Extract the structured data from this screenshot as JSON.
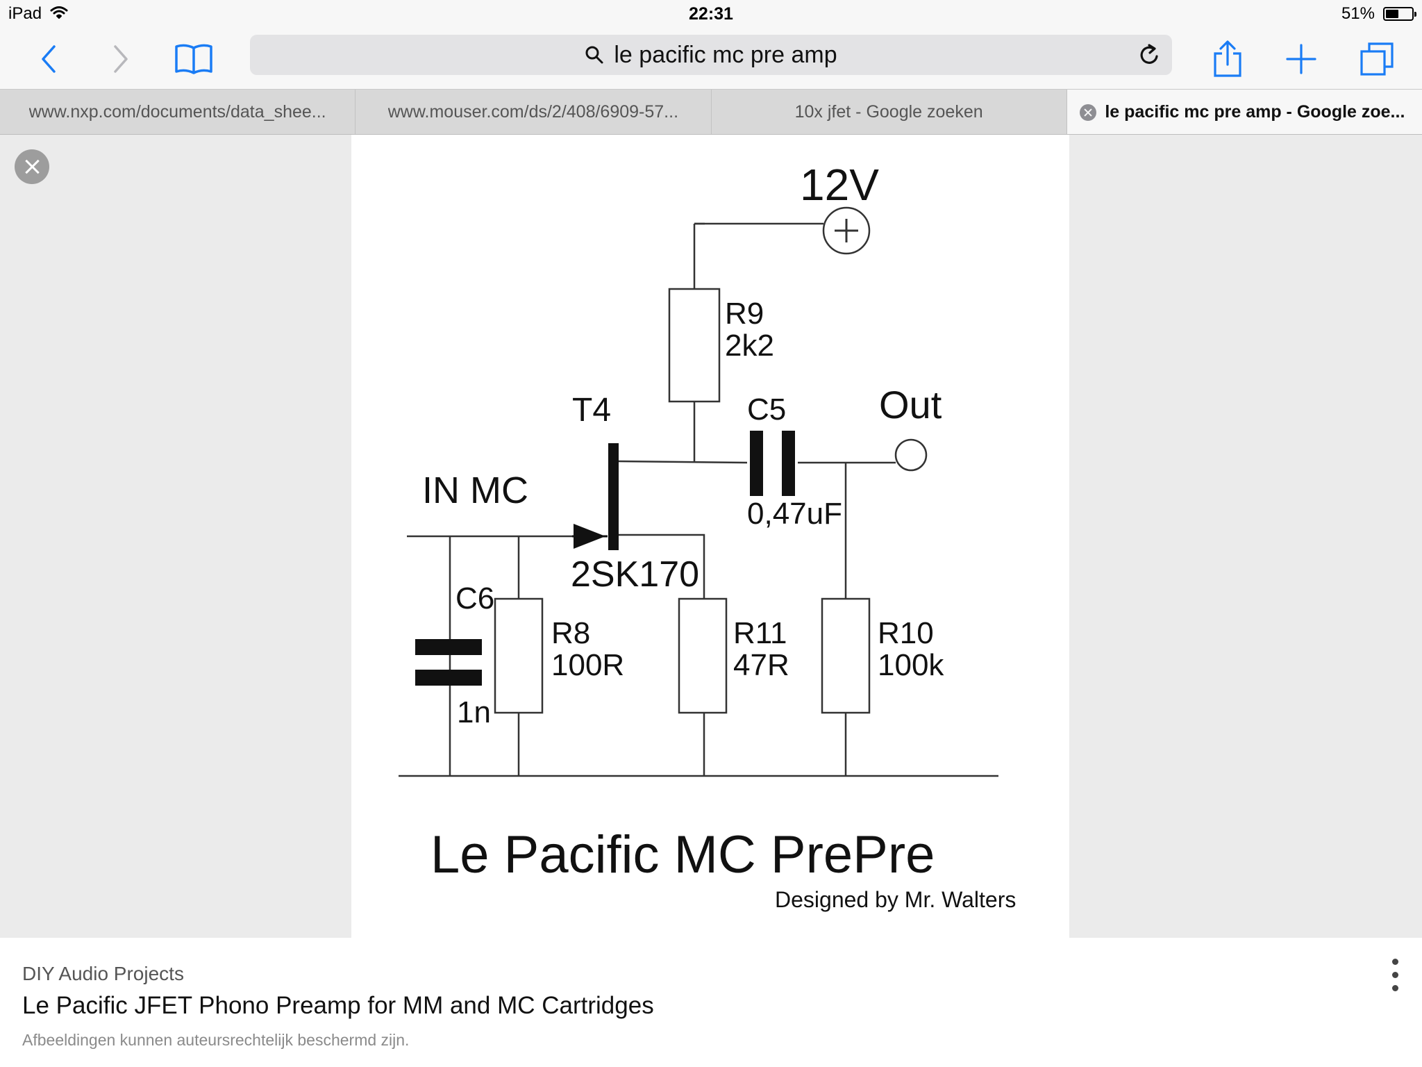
{
  "status_bar": {
    "device": "iPad",
    "time": "22:31",
    "battery": "51%",
    "battery_level": 0.51
  },
  "toolbar": {
    "search_text": "le pacific mc pre amp"
  },
  "tabs": [
    {
      "label": "www.nxp.com/documents/data_shee..."
    },
    {
      "label": "www.mouser.com/ds/2/408/6909-57..."
    },
    {
      "label": "10x jfet - Google zoeken"
    },
    {
      "label": "le pacific mc pre amp - Google zoe..."
    }
  ],
  "schematic": {
    "supply": "12V",
    "plus_symbol": "+",
    "r9_name": "R9",
    "r9_value": "2k2",
    "t4_name": "T4",
    "c5_name": "C5",
    "c5_value": "0,47uF",
    "out_label": "Out",
    "in_label": "IN MC",
    "transistor": "2SK170",
    "c6_name": "C6",
    "c6_value": "1n",
    "r8_name": "R8",
    "r8_value": "100R",
    "r11_name": "R11",
    "r11_value": "47R",
    "r10_name": "R10",
    "r10_value": "100k",
    "title": "Le Pacific MC PrePre",
    "credit": "Designed by Mr. Walters"
  },
  "caption": {
    "source": "DIY Audio Projects",
    "title": "Le Pacific JFET Phono Preamp for MM and MC Cartridges",
    "note": "Afbeeldingen kunnen auteursrechtelijk beschermd zijn."
  }
}
